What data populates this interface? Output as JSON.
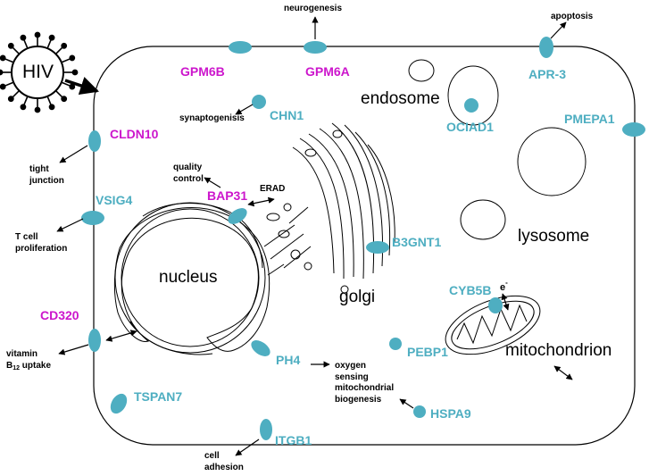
{
  "colors": {
    "protein": "#4eaec1",
    "highlight": "#cc16cc",
    "outline": "#000000"
  },
  "virus": {
    "label": "HIV"
  },
  "organelles": {
    "nucleus": "nucleus",
    "golgi": "golgi",
    "endosome": "endosome",
    "lysosome": "lysosome",
    "mitochondrion": "mitochondrion"
  },
  "proteins": {
    "gpm6b": "GPM6B",
    "gpm6a": "GPM6A",
    "apr3": "APR-3",
    "chn1": "CHN1",
    "ociad1": "OCIAD1",
    "pmepa1": "PMEPA1",
    "cldn10": "CLDN10",
    "vsig4": "VSIG4",
    "bap31": "BAP31",
    "b3gnt1": "B3GNT1",
    "cyb5b": "CYB5B",
    "cd320": "CD320",
    "ph4": "PH4",
    "pebp1": "PEBP1",
    "tspan7": "TSPAN7",
    "itgb1": "ITGB1",
    "hspa9": "HSPA9"
  },
  "functions": {
    "neurogenesis": "neurogenesis",
    "apoptosis": "apoptosis",
    "synaptogenesis": "synaptogenisis",
    "tight_junction_1": "tight",
    "tight_junction_2": "junction",
    "quality_control_1": "quality",
    "quality_control_2": "control",
    "erad": "ERAD",
    "t_cell_1": "T cell",
    "t_cell_2": "proliferation",
    "vitamin_1": "vitamin",
    "vitamin_2a": "B",
    "vitamin_2_sub": "12",
    "vitamin_2b": " uptake",
    "oxygen_1": "oxygen",
    "oxygen_2": "sensing",
    "electron": "e",
    "electron_sup": "-",
    "mito_bio_1": "mitochondrial",
    "mito_bio_2": "biogenesis",
    "cell_adhesion_1": "cell",
    "cell_adhesion_2": "adhesion"
  }
}
